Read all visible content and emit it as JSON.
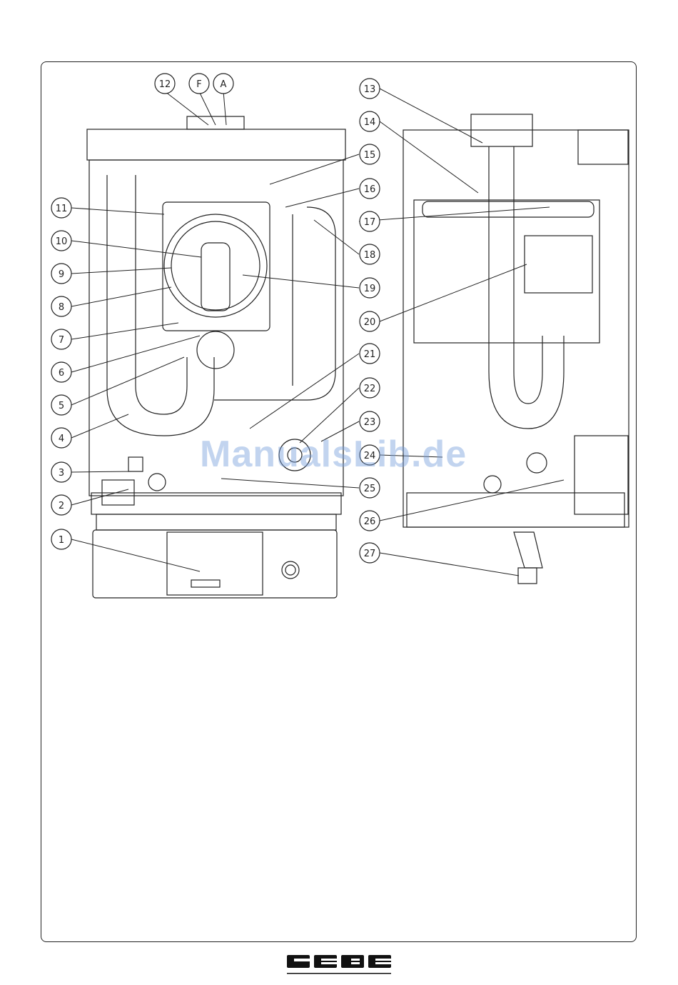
{
  "callouts_left": [
    "12",
    "F",
    "A",
    "11",
    "10",
    "9",
    "8",
    "7",
    "6",
    "5",
    "4",
    "3",
    "2",
    "1"
  ],
  "callouts_right": [
    "13",
    "14",
    "15",
    "16",
    "17",
    "18",
    "19",
    "20",
    "21",
    "22",
    "23",
    "24",
    "25",
    "26",
    "27"
  ],
  "watermark": "ManualsLib.de",
  "brand": "GEBE",
  "colors": {
    "line": "#222222",
    "callout_fill": "#ffffff",
    "watermark": "#7aa0dc"
  }
}
